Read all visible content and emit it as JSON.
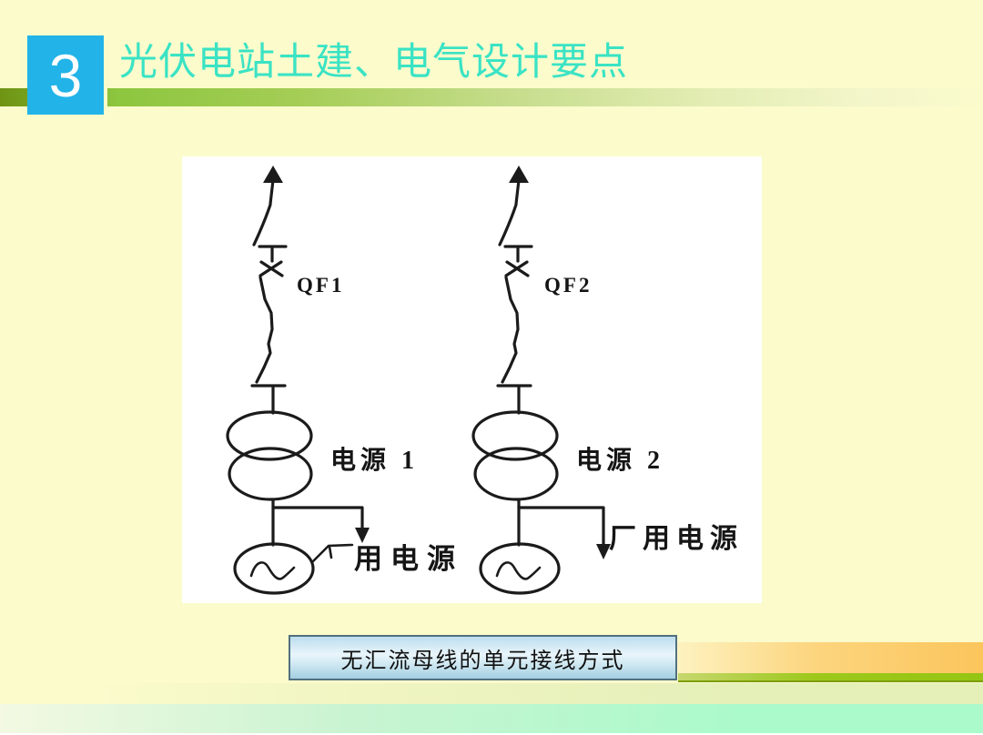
{
  "slide": {
    "number": "3",
    "title": "光伏电站土建、电气设计要点",
    "caption": "无汇流母线的单元接线方式"
  },
  "diagram": {
    "type": "electrical-single-line-diagram",
    "description_visible_labels_only": true,
    "branches": [
      {
        "breaker_label": "QF1",
        "source_label": "电源 1",
        "tap_label": "用电源"
      },
      {
        "breaker_label": "QF2",
        "source_label": "电源 2",
        "tap_label": "厂用电源"
      }
    ]
  },
  "colors": {
    "background": "#FBFBCC",
    "number_box": "#22B4E8",
    "title_text": "#3AE3C4",
    "header_bar_green": "#8DC63F",
    "orange_bar": "#FBC55C",
    "footer_green_bar": "#96C513",
    "mint_band": "#ABFACB",
    "caption_border": "#51707F",
    "caption_fill_top": "#BCDDEE",
    "caption_fill_bottom": "#A3CFE2",
    "diagram_ink": "#1B1B1B"
  }
}
